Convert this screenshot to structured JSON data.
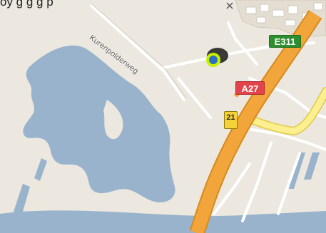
{
  "map": {
    "top_text": "oy g  g    g   p",
    "road_label": "Kurenpolderweg",
    "shields": {
      "e311": "E311",
      "a27": "A27",
      "exit21": "21"
    }
  },
  "colors": {
    "land": "#ece8df",
    "water": "#99b3cc",
    "motorway": "#f2a53b",
    "motorway_edge": "#d68a1d",
    "yellow_road": "#fbf08d",
    "minor_road": "#ffffff",
    "shield_green": "#2f8e2f",
    "shield_red": "#e1454b",
    "shield_yellow": "#f6d23a",
    "marker_blue": "#2a6fc4",
    "marker_ring": "#c8f000"
  }
}
